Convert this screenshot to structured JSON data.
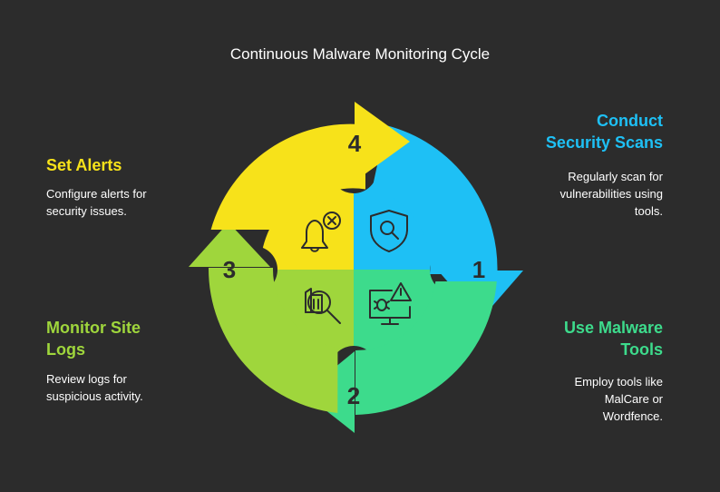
{
  "title": "Continuous Malware Monitoring Cycle",
  "colors": {
    "background": "#2c2c2c",
    "step1": "#1ec0f5",
    "step2": "#3ddb8c",
    "step3": "#9fd63c",
    "step4": "#f7e21a",
    "ink": "#2c2c2c"
  },
  "steps": [
    {
      "number": "1",
      "heading_line1": "Conduct",
      "heading_line2": "Security Scans",
      "desc_line1": "Regularly scan for",
      "desc_line2": "vulnerabilities using",
      "desc_line3": "tools.",
      "icon": "shield-search-icon"
    },
    {
      "number": "2",
      "heading_line1": "Use Malware",
      "heading_line2": "Tools",
      "desc_line1": "Employ tools like",
      "desc_line2": "MalCare or",
      "desc_line3": "Wordfence.",
      "icon": "monitor-bug-alert-icon"
    },
    {
      "number": "3",
      "heading_line1": "Monitor Site",
      "heading_line2": "Logs",
      "desc_line1": "Review logs for",
      "desc_line2": "suspicious activity.",
      "icon": "log-search-icon"
    },
    {
      "number": "4",
      "heading_line1": "Set Alerts",
      "desc_line1": "Configure alerts for",
      "desc_line2": "security issues.",
      "icon": "bell-cancel-icon"
    }
  ]
}
